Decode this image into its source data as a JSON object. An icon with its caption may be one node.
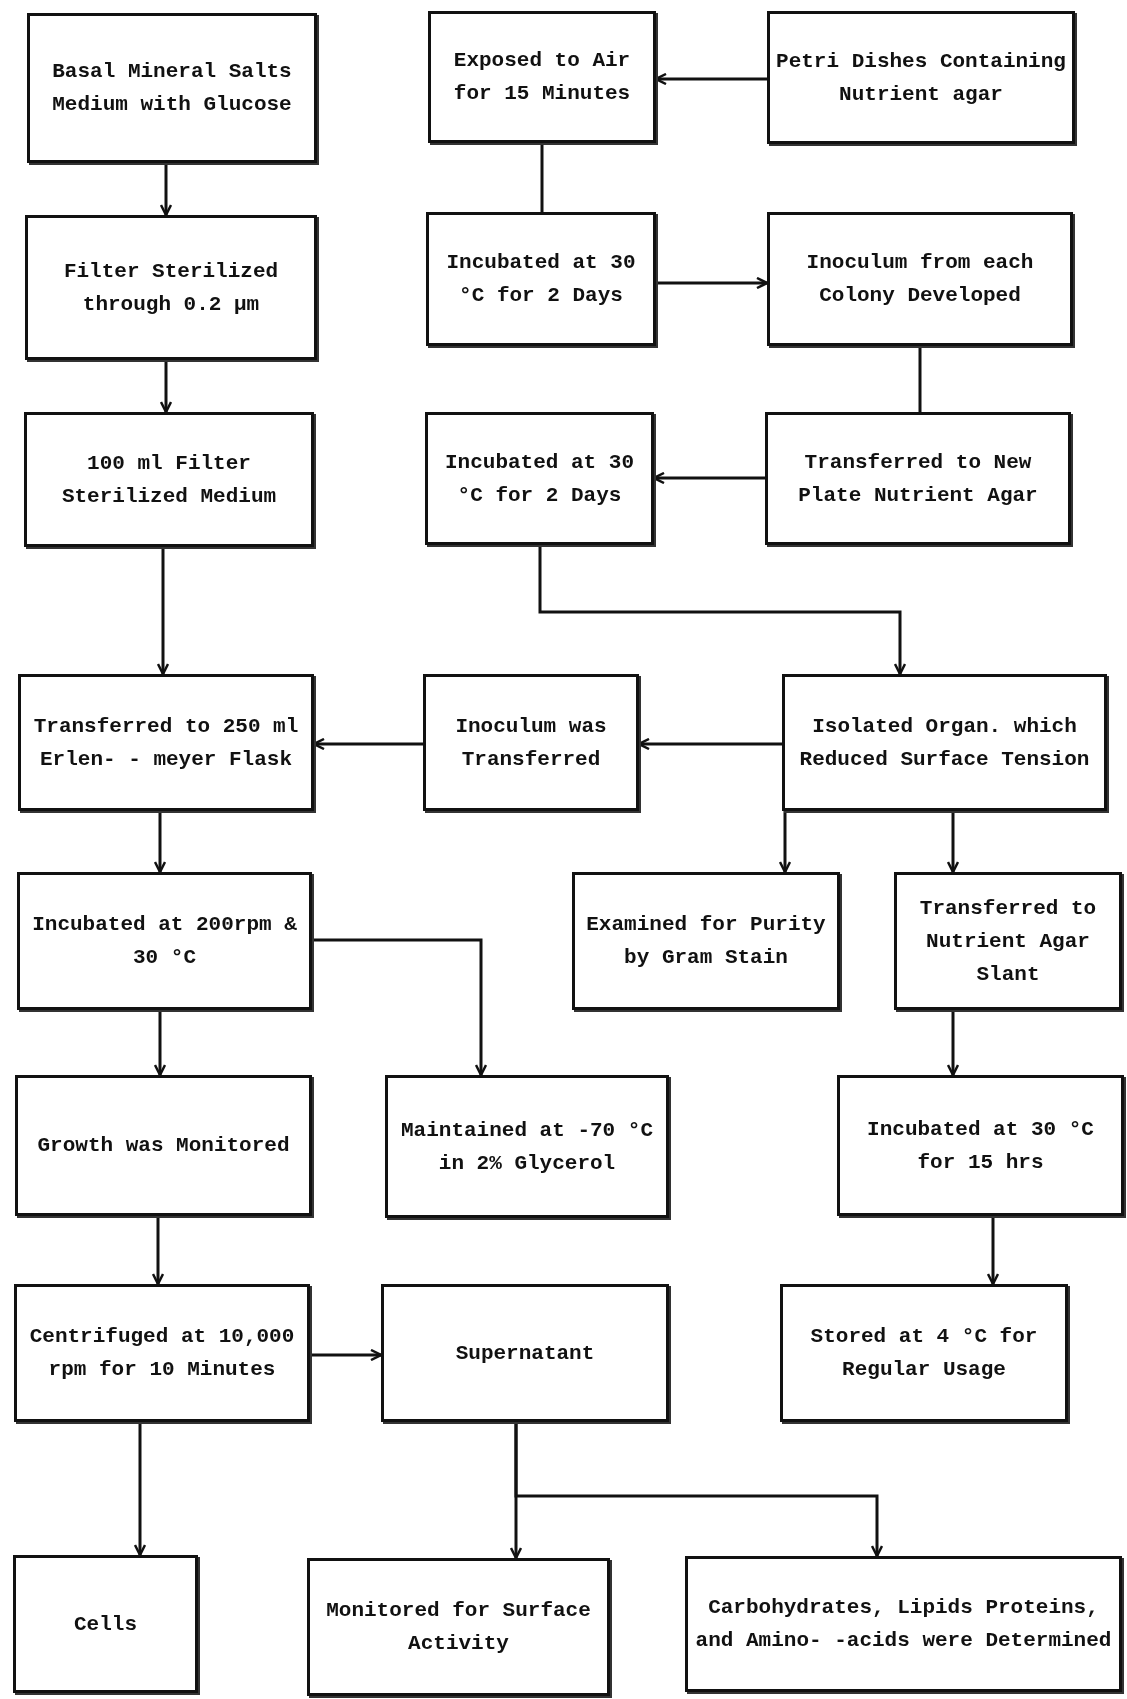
{
  "diagram": {
    "nodes": [
      {
        "text": [
          "Basal Mineral Salts Medium with Glucose"
        ]
      },
      {
        "text": [
          "Exposed to Air for 15 Minutes"
        ]
      },
      {
        "text": [
          "Petri Dishes Containing Nutrient agar"
        ]
      },
      {
        "text": [
          "Filter Sterilized through 0.2 µm"
        ]
      },
      {
        "text": [
          "Incubated at 30 °C for 2 Days"
        ]
      },
      {
        "text": [
          "Inoculum from each Colony Developed"
        ]
      },
      {
        "text": [
          "100 ml Filter Sterilized Medium"
        ]
      },
      {
        "text": [
          "Incubated at 30 °C for 2 Days"
        ]
      },
      {
        "text": [
          "Transferred to New Plate Nutrient Agar"
        ]
      },
      {
        "text": [
          "Transferred to 250 ml Erlen- - meyer Flask"
        ]
      },
      {
        "text": [
          "Inoculum was Transferred"
        ]
      },
      {
        "text": [
          "Isolated Organ. which Reduced Surface Tension"
        ]
      },
      {
        "text": [
          "Incubated at 200rpm & 30 °C"
        ]
      },
      {
        "text": [
          "Examined for Purity by Gram Stain"
        ]
      },
      {
        "text": [
          "Transferred to Nutrient Agar Slant"
        ]
      },
      {
        "text": [
          "Growth was Monitored"
        ]
      },
      {
        "text": [
          "Maintained at -70 °C in 2% Glycerol"
        ]
      },
      {
        "text": [
          "Incubated at 30 °C for 15 hrs"
        ]
      },
      {
        "text": [
          "Centrifuged at 10,000 rpm for 10 Minutes"
        ]
      },
      {
        "text": [
          "Supernatant"
        ]
      },
      {
        "text": [
          "Stored at 4 °C for Regular Usage"
        ]
      },
      {
        "text": [
          "Cells"
        ]
      },
      {
        "text": [
          "Monitored for Surface Activity"
        ]
      },
      {
        "text": [
          "Carbohydrates, Lipids Proteins, and Amino- -acids were Determined"
        ]
      }
    ],
    "edges": [
      {
        "from": 0,
        "to": 3,
        "arrow": "to"
      },
      {
        "from": 3,
        "to": 6,
        "arrow": "to"
      },
      {
        "from": 2,
        "to": 1,
        "arrow": "to"
      },
      {
        "from": 1,
        "to": 4,
        "arrow": "none"
      },
      {
        "from": 4,
        "to": 5,
        "arrow": "to"
      },
      {
        "from": 5,
        "to": 8,
        "arrow": "none"
      },
      {
        "from": 8,
        "to": 7,
        "arrow": "to"
      },
      {
        "from": 7,
        "to": 11,
        "arrow": "to"
      },
      {
        "from": 11,
        "to": 10,
        "arrow": "to"
      },
      {
        "from": 10,
        "to": 9,
        "arrow": "to"
      },
      {
        "from": 6,
        "to": 9,
        "arrow": "to"
      },
      {
        "from": 9,
        "to": 12,
        "arrow": "to"
      },
      {
        "from": 12,
        "to": 16,
        "arrow": "to"
      },
      {
        "from": 11,
        "to": 13,
        "arrow": "to"
      },
      {
        "from": 11,
        "to": 14,
        "arrow": "to"
      },
      {
        "from": 12,
        "to": 15,
        "arrow": "to"
      },
      {
        "from": 14,
        "to": 17,
        "arrow": "to"
      },
      {
        "from": 15,
        "to": 18,
        "arrow": "to"
      },
      {
        "from": 17,
        "to": 20,
        "arrow": "to"
      },
      {
        "from": 18,
        "to": 19,
        "arrow": "to"
      },
      {
        "from": 18,
        "to": 21,
        "arrow": "to"
      },
      {
        "from": 19,
        "to": 22,
        "arrow": "to"
      },
      {
        "from": 19,
        "to": 23,
        "arrow": "to"
      }
    ]
  }
}
